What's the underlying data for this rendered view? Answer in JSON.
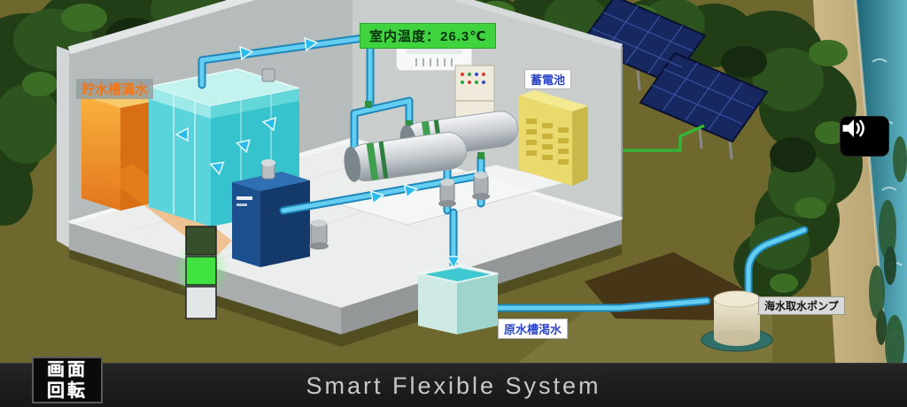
{
  "scene": {
    "temperature_label": "室内温度：26.3℃",
    "labels": {
      "storage_tank": "貯水槽満水",
      "battery": "蓄電池",
      "raw_water_tank": "原水槽渇水",
      "seawater_pump": "海水取水ポンプ"
    }
  },
  "footer": {
    "title": "Smart Flexible System"
  },
  "controls": {
    "rotate_button": {
      "line1": "画面",
      "line2": "回転"
    },
    "speaker_icon": "speaker"
  },
  "colors": {
    "temperature_badge_bg": "#3fd43f",
    "alert_orange": "#f0761c",
    "info_blue": "#2b46c8",
    "pipe_blue": "#63cdf2",
    "battery_yellow": "#ead96c",
    "status_green_light": "#3fe23f",
    "footer_bg": "#1a1a1a"
  }
}
